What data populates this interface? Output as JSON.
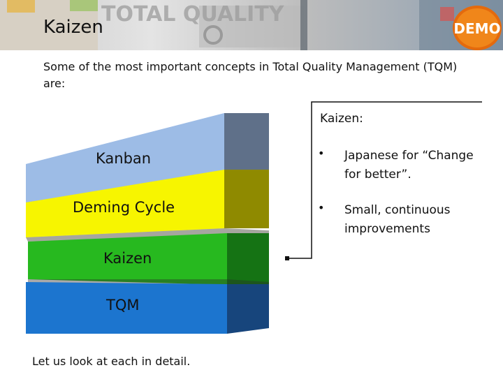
{
  "title": "Kaizen",
  "banner": {
    "logo_text": "TOTAL QUALITY",
    "badge_text": "DEMO"
  },
  "subtitle": "Some of the most important concepts in Total Quality Management (TQM) are:",
  "stack": {
    "layers": [
      {
        "label": "Kanban",
        "front": "#9dbce6",
        "top": "#c5d8f2",
        "side": "#5f7089"
      },
      {
        "label": "Deming Cycle",
        "front": "#f7f500",
        "top": "#fbfa84",
        "side": "#8f8a00"
      },
      {
        "label": "Kaizen",
        "front": "#27b91f",
        "top": "#4ed246",
        "side": "#157314"
      },
      {
        "label": "TQM",
        "front": "#1c75cf",
        "top": "#3a8fe0",
        "side": "#17457c"
      }
    ]
  },
  "callout": {
    "title": "Kaizen:",
    "bullet_char": "•",
    "bullets": [
      "Japanese for “Change for better”.",
      "Small, continuous improvements"
    ]
  },
  "footer": "Let us look at each in detail."
}
